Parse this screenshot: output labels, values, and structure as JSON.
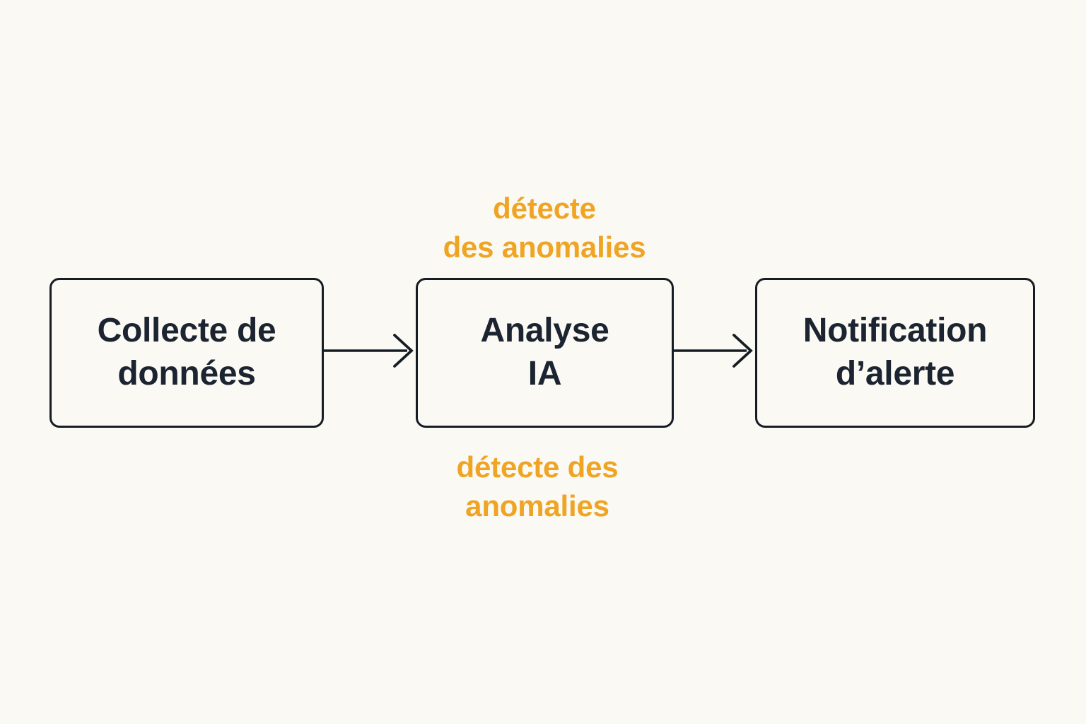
{
  "canvas": {
    "background_color": "#FBF9F3",
    "node_border_color": "#151C24",
    "node_text_color": "#1B2430",
    "accent_color": "#EFA424",
    "arrow_color": "#151C24"
  },
  "diagram": {
    "type": "flowchart",
    "direction": "left-to-right",
    "nodes": [
      {
        "id": "collecte",
        "line1": "Collecte de",
        "line2": "données",
        "full_text": "Collecte de données"
      },
      {
        "id": "analyse",
        "line1": "Analyse",
        "line2": "IA",
        "full_text": "Analyse IA"
      },
      {
        "id": "notification",
        "line1": "Notification",
        "line2": "d’alerte",
        "full_text": "Notification d’alerte"
      }
    ],
    "edges": [
      {
        "id": "edge-1",
        "from": "collecte",
        "to": "analyse",
        "arrowhead": "open-chevron"
      },
      {
        "id": "edge-2",
        "from": "analyse",
        "to": "notification",
        "arrowhead": "open-chevron"
      }
    ],
    "labels": {
      "top": {
        "line1": "détecte",
        "line2": "des anomalies",
        "full_text": "détecte des anomalies"
      },
      "bottom": {
        "line1": "détecte des",
        "line2": "anomalies",
        "full_text": "détecte des anomalies"
      }
    }
  }
}
